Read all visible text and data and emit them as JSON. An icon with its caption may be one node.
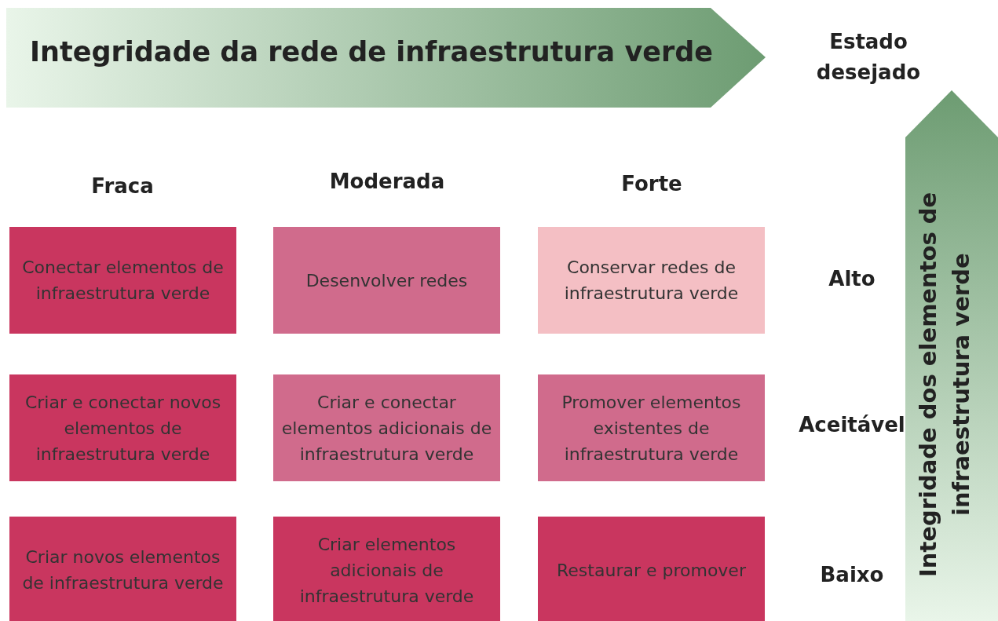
{
  "diagram": {
    "nodes": [
      {
        "text": [
          "Integridade da rede de infraestrutura verde"
        ]
      },
      {
        "text": [
          "Conectar elementos de infraestrutura verde"
        ]
      },
      {
        "text": [
          "Desenvolver redes"
        ]
      },
      {
        "text": [
          "Conservar redes de infraestrutura verde"
        ]
      },
      {
        "text": [
          "Criar e conectar novos elementos de infraestrutura verde"
        ]
      },
      {
        "text": [
          "Criar e conectar elementos adicionais de infraestrutura verde"
        ]
      },
      {
        "text": [
          "Promover elementos existentes de infraestrutura verde"
        ]
      },
      {
        "text": [
          "Criar novos elementos de infraestrutura verde"
        ]
      },
      {
        "text": [
          "Criar elementos adicionais de infraestrutura verde"
        ]
      },
      {
        "text": [
          "Restaurar e promover"
        ]
      },
      {
        "text": [
          "Integridade dos elementos de infraestrutura verde"
        ]
      }
    ],
    "labels": [
      "Estado desejado",
      "Fraca",
      "Moderada",
      "Forte",
      "Alto",
      "Aceitável",
      "Baixo"
    ]
  }
}
